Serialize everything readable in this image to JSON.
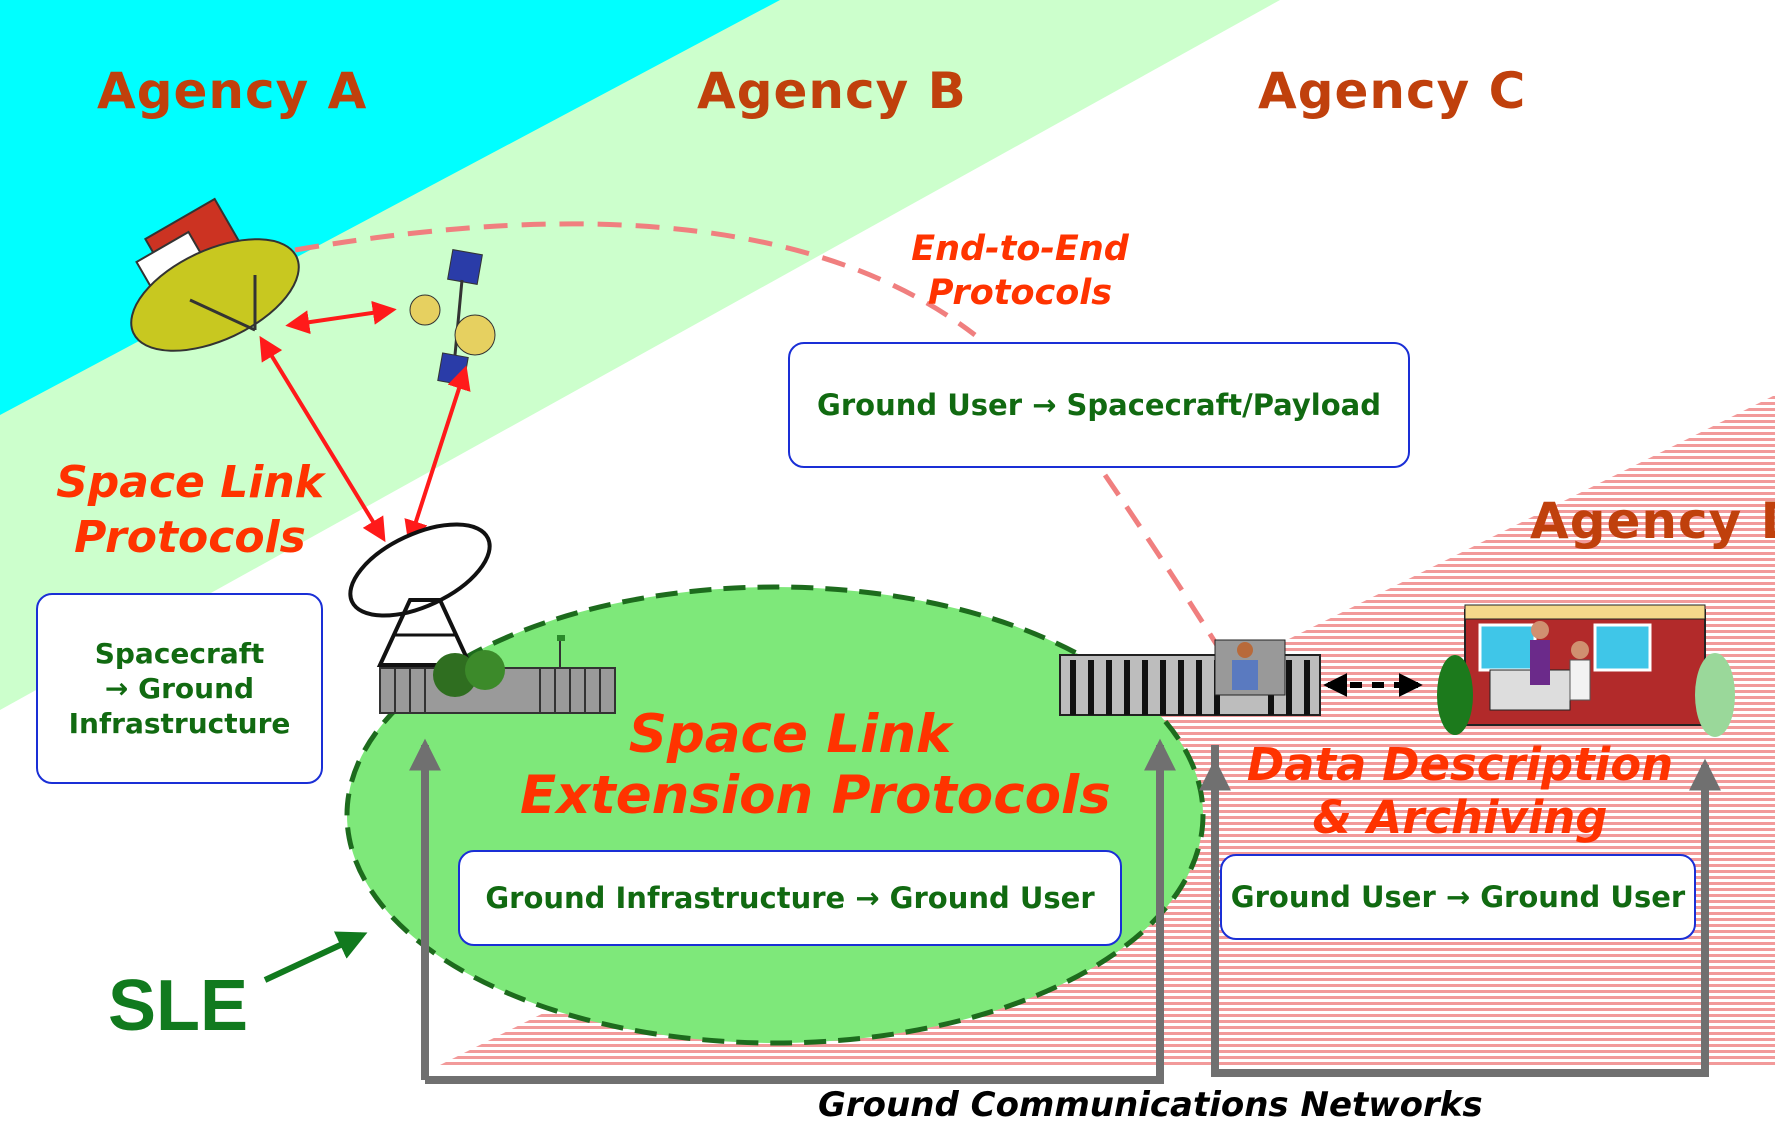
{
  "agencies": {
    "a": "Agency A",
    "b": "Agency B",
    "c": "Agency C",
    "d": "Agency D"
  },
  "protocols": {
    "end_to_end_line1": "End-to-End",
    "end_to_end_line2": "Protocols",
    "space_link_line1": "Space Link",
    "space_link_line2": "Protocols",
    "sle_line1": "Space Link",
    "sle_line2": "Extension Protocols",
    "ddarch_line1": "Data Description",
    "ddarch_line2": "& Archiving"
  },
  "boxes": {
    "ground_user_spacecraft": "Ground User → Spacecraft/Payload",
    "spacecraft_ground_infra": "Spacecraft\n→ Ground\nInfrastructure",
    "ground_infra_ground_user": "Ground Infrastructure → Ground User",
    "ground_user_ground_user": "Ground User → Ground User"
  },
  "sle_label": "SLE",
  "networks_label": "Ground Communications Networks",
  "colors": {
    "agency_a_region": "#00ffff",
    "agency_b_region": "#ccffcc",
    "agency_d_stripes": "#f08080",
    "sle_ellipse": "#7ee87a",
    "red_arrow": "#ff1a1a",
    "dashed_path": "#f07f7f",
    "network_lines": "#707070",
    "agency_text": "#c0400c",
    "box_border": "#1a2fd6",
    "box_text": "#116a11"
  },
  "icons": [
    "satellite-dish-spacecraft-icon",
    "relay-satellite-icon",
    "ground-station-antenna-icon",
    "control-center-building-icon",
    "user-office-icon"
  ]
}
